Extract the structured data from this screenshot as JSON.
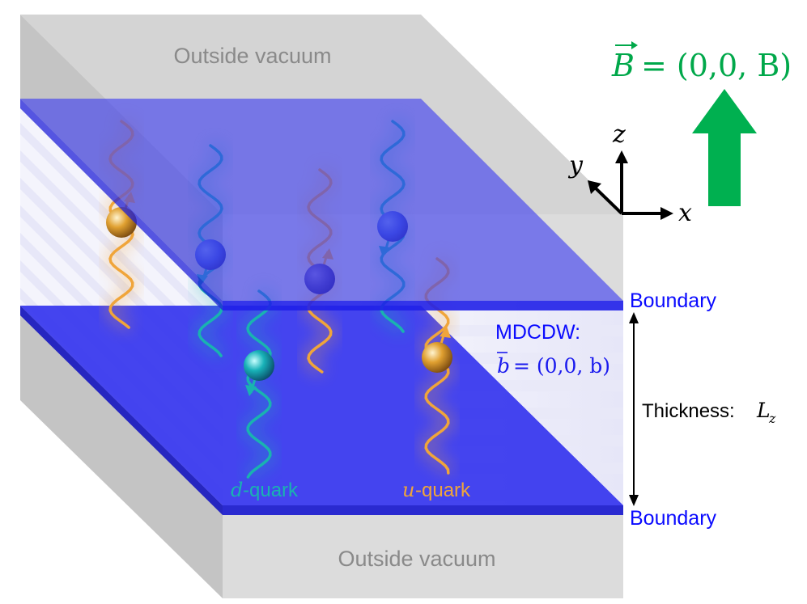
{
  "labels": {
    "vacuum_top": "Outside vacuum",
    "vacuum_bottom": "Outside vacuum",
    "boundary_top": "Boundary",
    "boundary_bottom": "Boundary",
    "mdcdw_title": "MDCDW:",
    "mdcdw_vec": "b",
    "mdcdw_eq": "= (0,0, b)",
    "thickness_text": "Thickness: ",
    "thickness_var": "L",
    "thickness_sub": "z",
    "field_vec": "B",
    "field_eq": "= (0,0, B)",
    "d_var": "d",
    "d_text": "-quark",
    "u_var": "u",
    "u_text": "-quark",
    "axis_x": "x",
    "axis_y": "y",
    "axis_z": "z"
  },
  "colors": {
    "u_quark": "#f0a53a",
    "d_quark": "#19b3b0",
    "boundary_text": "#0a0aff",
    "field_arrow": "#00b050",
    "slab": "#3b3bf0",
    "vacuum": "#d0d0d0"
  },
  "icons": [
    "u-quark-sphere-icon",
    "d-quark-sphere-icon",
    "magnetic-field-arrow-icon",
    "spin-arrow-icon"
  ]
}
